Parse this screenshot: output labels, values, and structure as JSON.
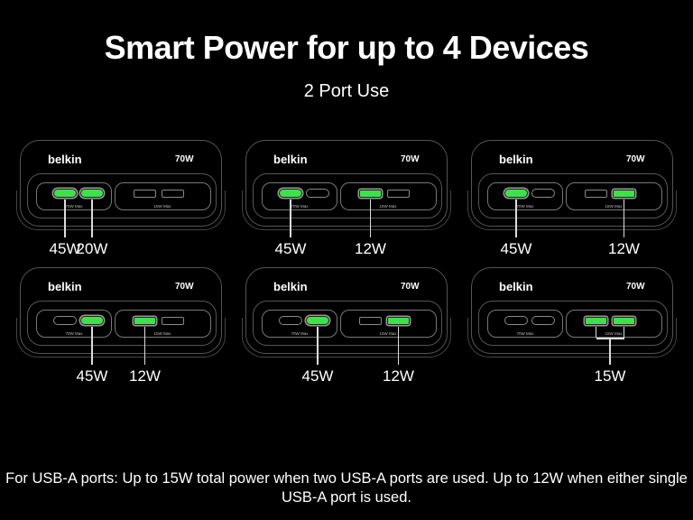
{
  "title": "Smart Power for up to 4 Devices",
  "subtitle": "2 Port Use",
  "device": {
    "brand": "belkin",
    "rating": "70W",
    "usb_c_label": "70W Max",
    "usb_a_label": "15W Max"
  },
  "accent_color": "#3fe14a",
  "configs": [
    {
      "active": [
        "c1",
        "c2"
      ],
      "outputs": [
        {
          "ports": [
            "c1"
          ],
          "value": "45W"
        },
        {
          "ports": [
            "c2"
          ],
          "value": "20W"
        }
      ]
    },
    {
      "active": [
        "c1",
        "a1"
      ],
      "outputs": [
        {
          "ports": [
            "c1"
          ],
          "value": "45W"
        },
        {
          "ports": [
            "a1"
          ],
          "value": "12W"
        }
      ]
    },
    {
      "active": [
        "c1",
        "a2"
      ],
      "outputs": [
        {
          "ports": [
            "c1"
          ],
          "value": "45W"
        },
        {
          "ports": [
            "a2"
          ],
          "value": "12W"
        }
      ]
    },
    {
      "active": [
        "c2",
        "a1"
      ],
      "outputs": [
        {
          "ports": [
            "c2"
          ],
          "value": "45W"
        },
        {
          "ports": [
            "a1"
          ],
          "value": "12W"
        }
      ]
    },
    {
      "active": [
        "c2",
        "a2"
      ],
      "outputs": [
        {
          "ports": [
            "c2"
          ],
          "value": "45W"
        },
        {
          "ports": [
            "a2"
          ],
          "value": "12W"
        }
      ]
    },
    {
      "active": [
        "a1",
        "a2"
      ],
      "outputs": [
        {
          "ports": [
            "a1",
            "a2"
          ],
          "value": "15W"
        }
      ]
    }
  ],
  "footnote": "For USB-A ports: Up to 15W total power when two USB-A ports are used. Up to 12W when either single USB-A port is used."
}
